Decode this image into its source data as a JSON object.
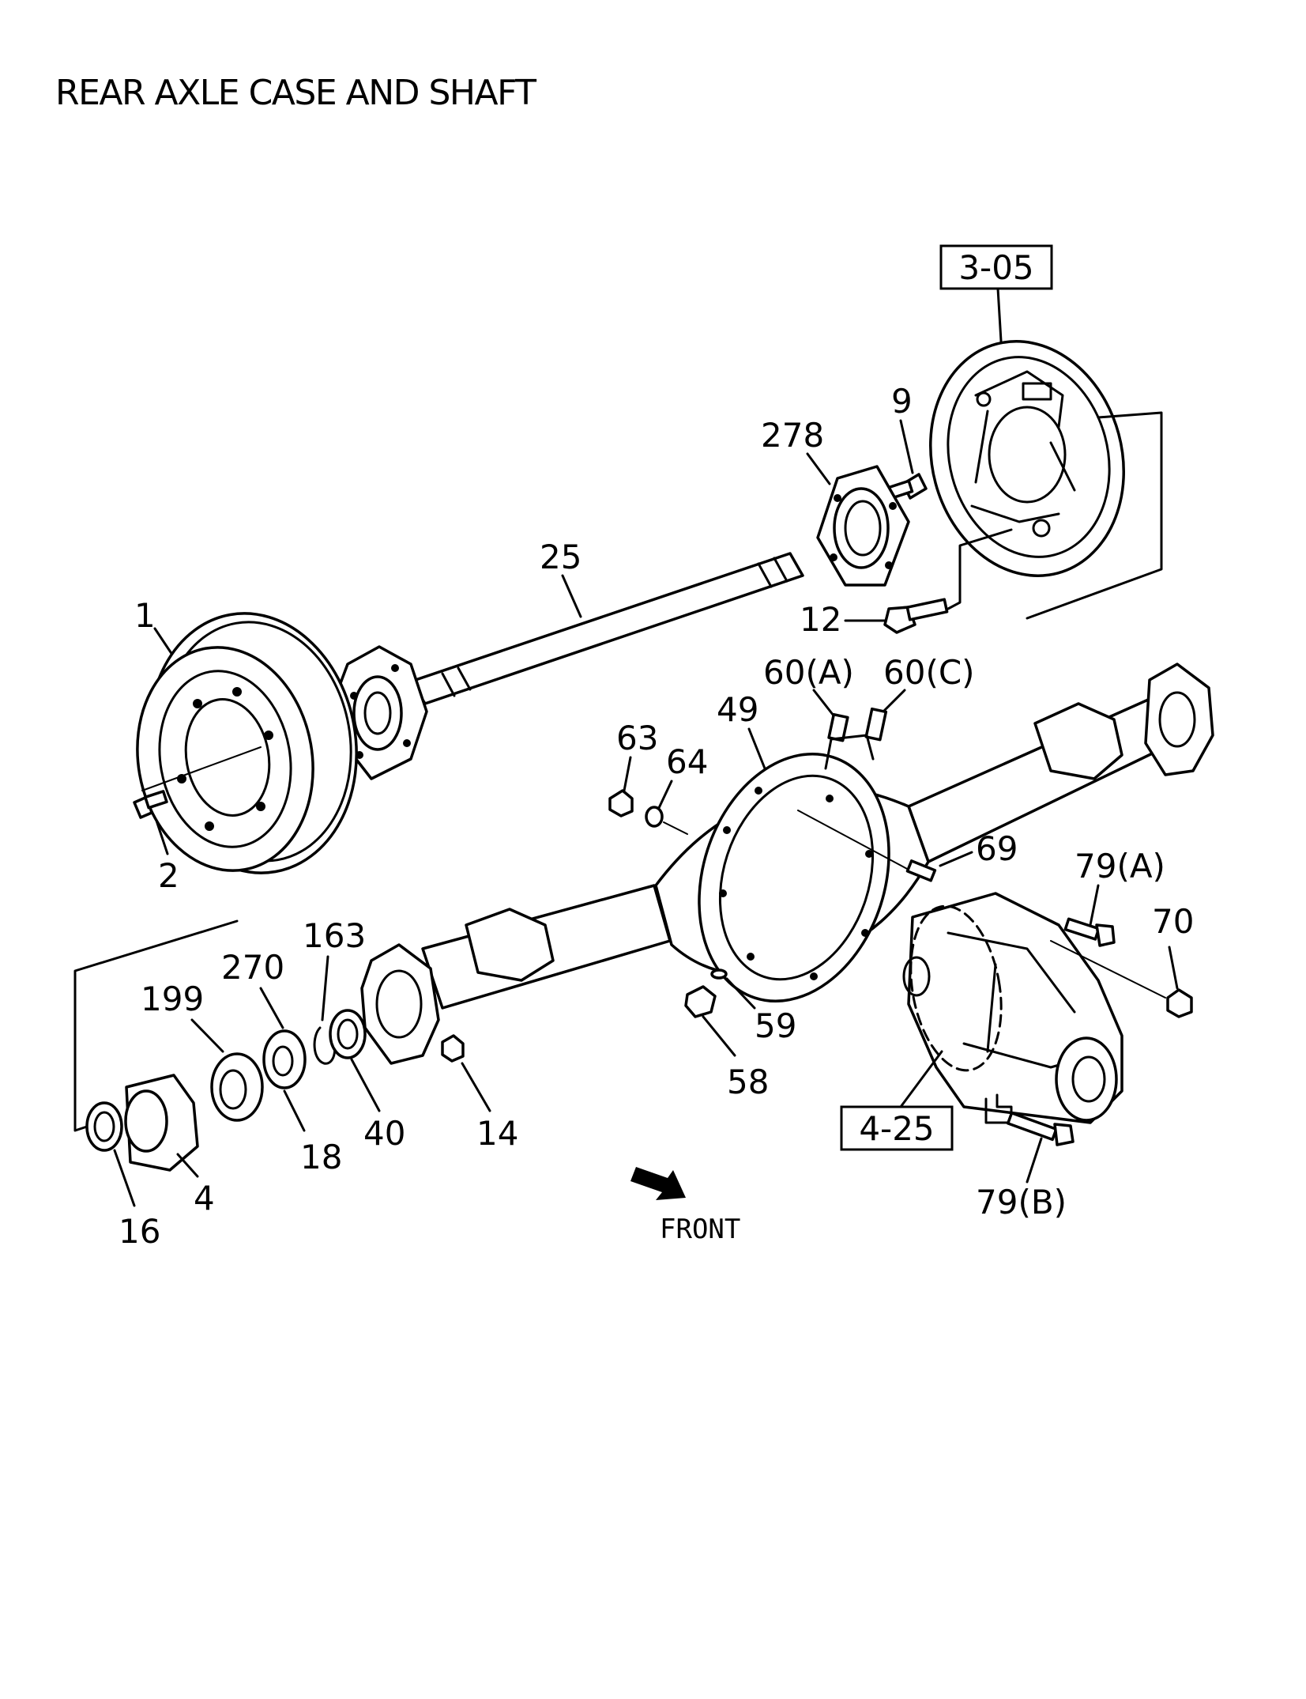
{
  "title": "REAR AXLE CASE AND SHAFT",
  "refs": {
    "brake_assembly": "3-05",
    "differential_carrier": "4-25"
  },
  "labels": {
    "brake_drum": "1",
    "drum_bolt": "2",
    "bearing_retainer": "4",
    "backing_plate_bolt": "9",
    "backing_plate_nut": "12",
    "axle_case_nut": "14",
    "oil_seal": "16",
    "bearing": "18",
    "axle_shaft": "25",
    "snap_ring": "40",
    "axle_case": "49",
    "drain_plug": "58",
    "drain_plug_gasket": "59",
    "breather_a": "60(A)",
    "breather_c": "60(C)",
    "filler_plug": "63",
    "filler_plug_gasket": "64",
    "stud_bolt": "69",
    "carrier_nut": "70",
    "carrier_bolt_a": "79(A)",
    "carrier_bolt_b": "79(B)",
    "retainer_ring": "163",
    "bearing_spacer": "199",
    "bearing_cone": "270",
    "hub_seal_plate": "278"
  },
  "front_label": "FRONT"
}
